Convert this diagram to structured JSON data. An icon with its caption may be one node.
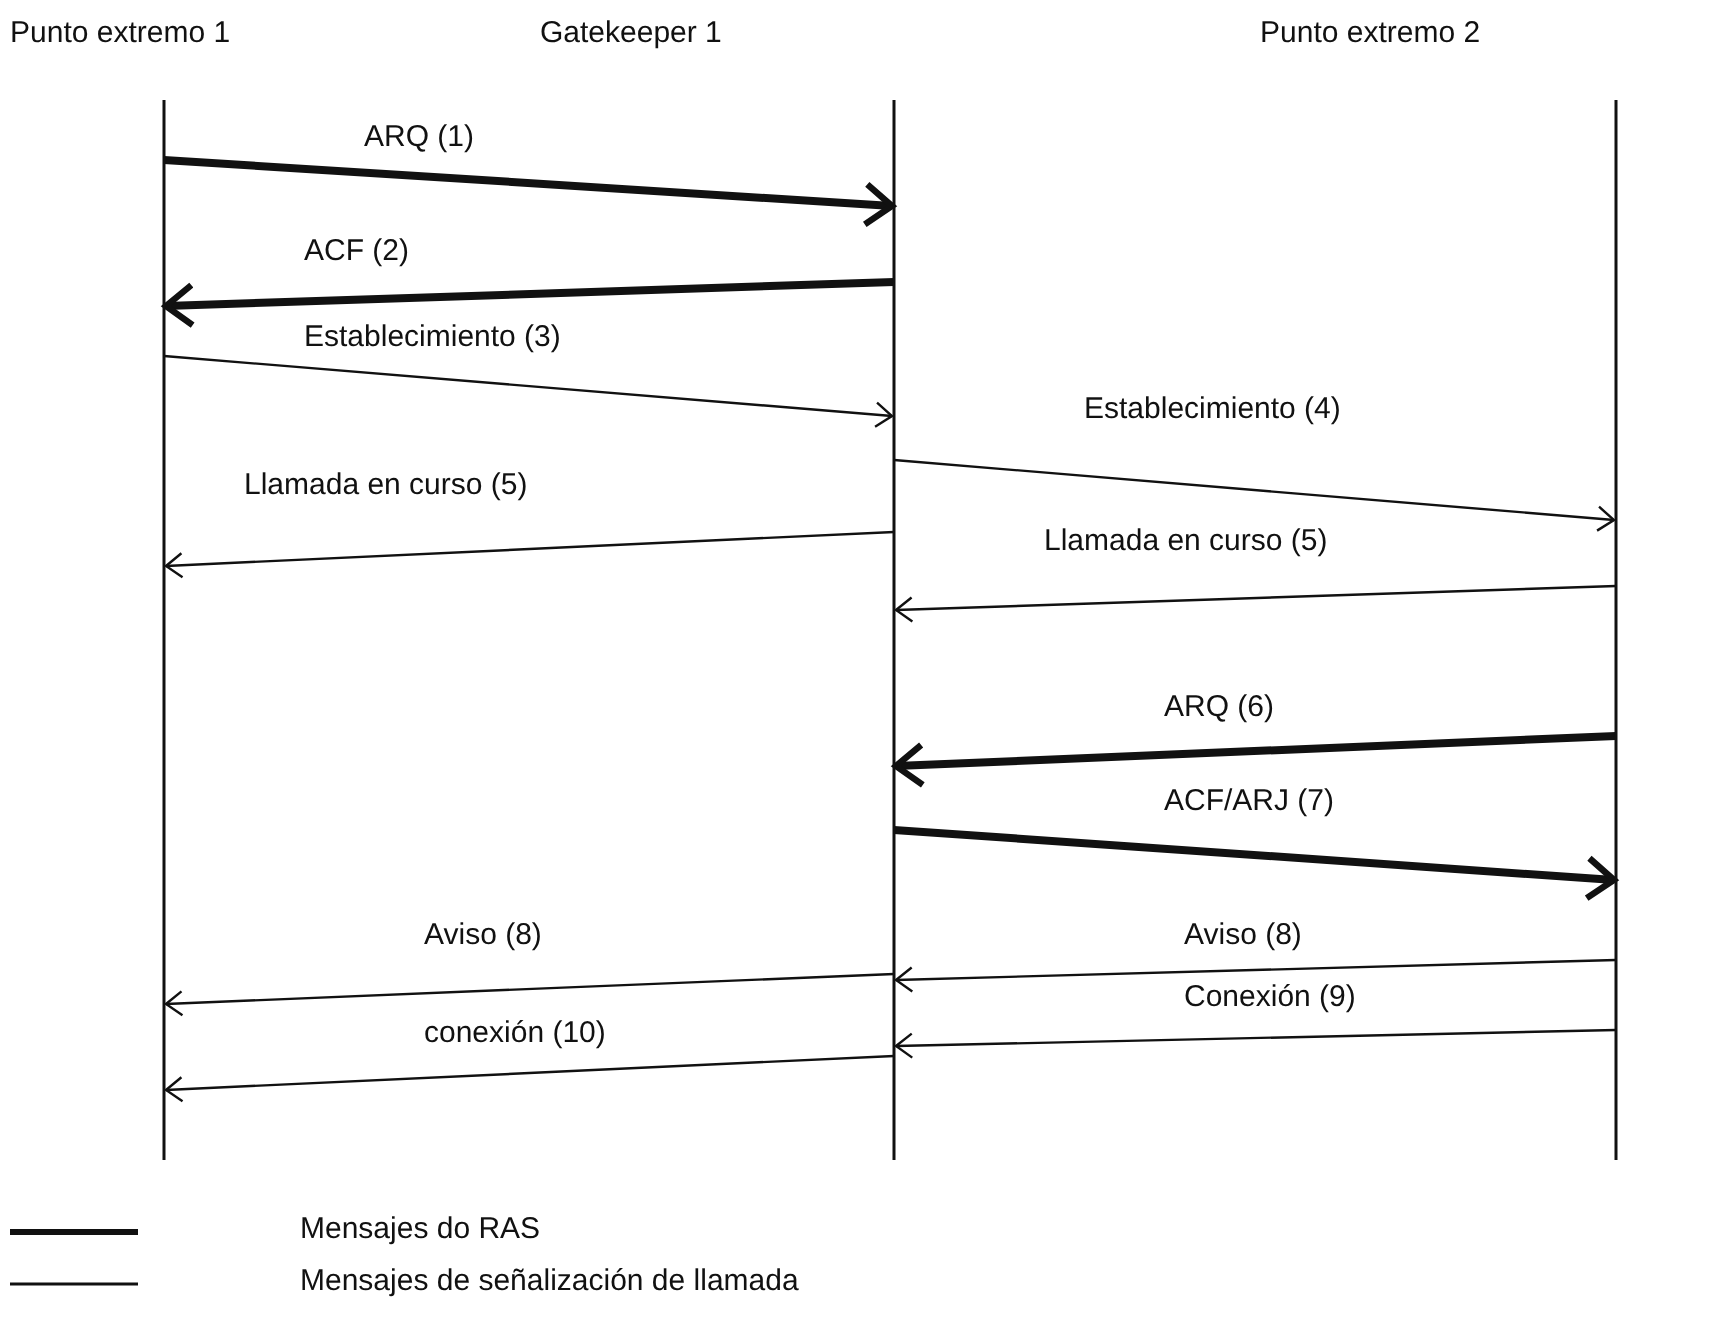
{
  "diagram": {
    "nodes": [
      {
        "text": [
          "Punto extremo 1"
        ]
      },
      {
        "text": [
          "Gatekeeper 1"
        ]
      },
      {
        "text": [
          "Punto extremo 2"
        ]
      }
    ],
    "edges": [
      {
        "from": 0,
        "to": 1,
        "arrow": "to",
        "label": "ARQ (1)",
        "style": "thick"
      },
      {
        "from": 1,
        "to": 0,
        "arrow": "to",
        "label": "ACF (2)",
        "style": "thick"
      },
      {
        "from": 0,
        "to": 1,
        "arrow": "to",
        "label": "Establecimiento (3)"
      },
      {
        "from": 1,
        "to": 2,
        "arrow": "to",
        "label": "Establecimiento (4)"
      },
      {
        "from": 1,
        "to": 0,
        "arrow": "to",
        "label": "Llamada en curso (5)"
      },
      {
        "from": 2,
        "to": 1,
        "arrow": "to",
        "label": "Llamada en curso (5)"
      },
      {
        "from": 2,
        "to": 1,
        "arrow": "to",
        "label": "ARQ (6)",
        "style": "thick"
      },
      {
        "from": 1,
        "to": 2,
        "arrow": "to",
        "label": "ACF/ARJ (7)",
        "style": "thick"
      },
      {
        "from": 1,
        "to": 0,
        "arrow": "to",
        "label": "Aviso (8)"
      },
      {
        "from": 2,
        "to": 1,
        "arrow": "to",
        "label": "Aviso (8)"
      },
      {
        "from": 2,
        "to": 1,
        "arrow": "to",
        "label": "Conexión (9)"
      },
      {
        "from": 1,
        "to": 0,
        "arrow": "to",
        "label": "conexión (10)"
      }
    ],
    "legend": [
      {
        "text": "Mensajes do RAS"
      },
      {
        "text": "Mensajes de señalización de llamada"
      }
    ]
  }
}
